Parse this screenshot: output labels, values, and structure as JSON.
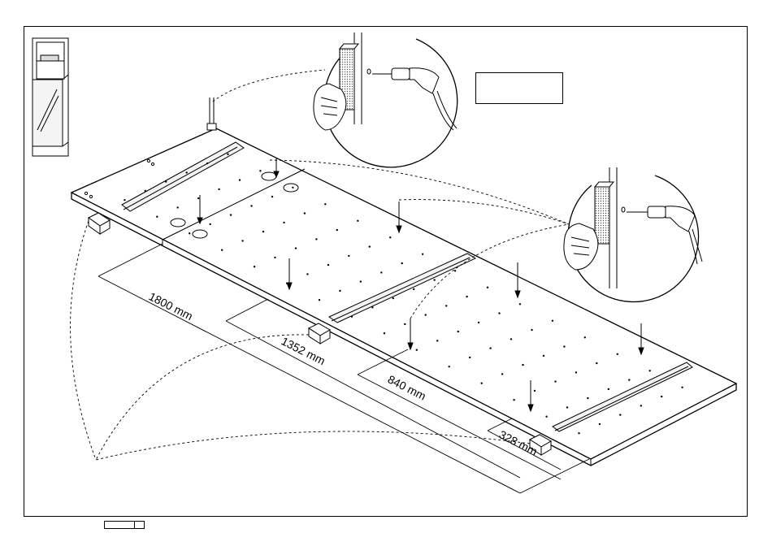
{
  "dimensions": [
    {
      "id": "d1800",
      "text": "1800 mm"
    },
    {
      "id": "d1352",
      "text": "1352 mm"
    },
    {
      "id": "d840",
      "text": "840 mm"
    },
    {
      "id": "d328",
      "text": "328 mm"
    }
  ],
  "blank_label": "",
  "colors": {
    "line": "#000000",
    "background": "#ffffff",
    "insulation": "#bbbbbb"
  },
  "icons": [
    "cabinet-thumbnail-icon",
    "drill-detail-icon",
    "hand-icon",
    "screw-arrow-icon"
  ]
}
